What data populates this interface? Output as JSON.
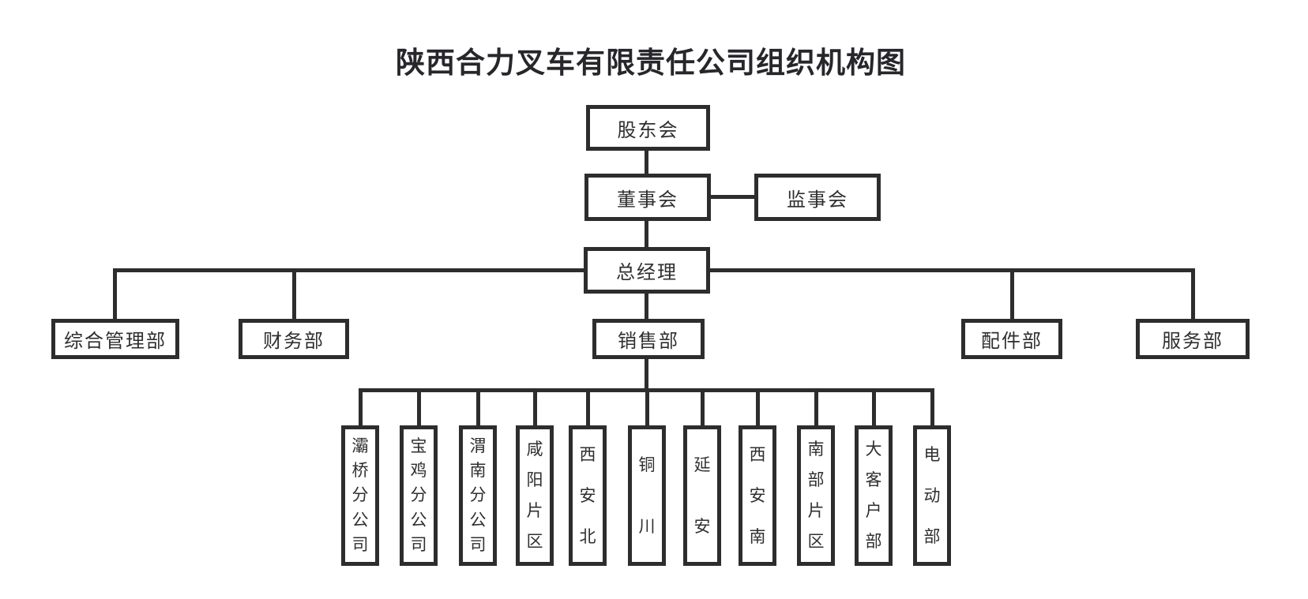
{
  "title": "陕西合力叉车有限责任公司组织机构图",
  "nodes": {
    "shareholders": {
      "label": "股东会",
      "parent": null
    },
    "board": {
      "label": "董事会",
      "parent": "股东会"
    },
    "supervisors": {
      "label": "监事会",
      "parent": "董事会",
      "link": "horizontal"
    },
    "general_manager": {
      "label": "总经理",
      "parent": "董事会"
    },
    "departments": [
      {
        "label": "综合管理部",
        "parent": "总经理"
      },
      {
        "label": "财务部",
        "parent": "总经理"
      },
      {
        "label": "销售部",
        "parent": "总经理"
      },
      {
        "label": "配件部",
        "parent": "总经理"
      },
      {
        "label": "服务部",
        "parent": "总经理"
      }
    ],
    "sales_units": [
      {
        "label": "灞桥分公司",
        "parent": "销售部"
      },
      {
        "label": "宝鸡分公司",
        "parent": "销售部"
      },
      {
        "label": "渭南分公司",
        "parent": "销售部"
      },
      {
        "label": "咸阳片区",
        "parent": "销售部"
      },
      {
        "label": "西安北",
        "parent": "销售部"
      },
      {
        "label": "铜川",
        "parent": "销售部"
      },
      {
        "label": "延安",
        "parent": "销售部"
      },
      {
        "label": "西安南",
        "parent": "销售部"
      },
      {
        "label": "南部片区",
        "parent": "销售部"
      },
      {
        "label": "大客户部",
        "parent": "销售部"
      },
      {
        "label": "电动部",
        "parent": "销售部"
      }
    ]
  },
  "colors": {
    "line": "#2d2d2d",
    "box_text": "#2f2f2f",
    "title_text": "#26262b",
    "background": "#ffffff"
  }
}
